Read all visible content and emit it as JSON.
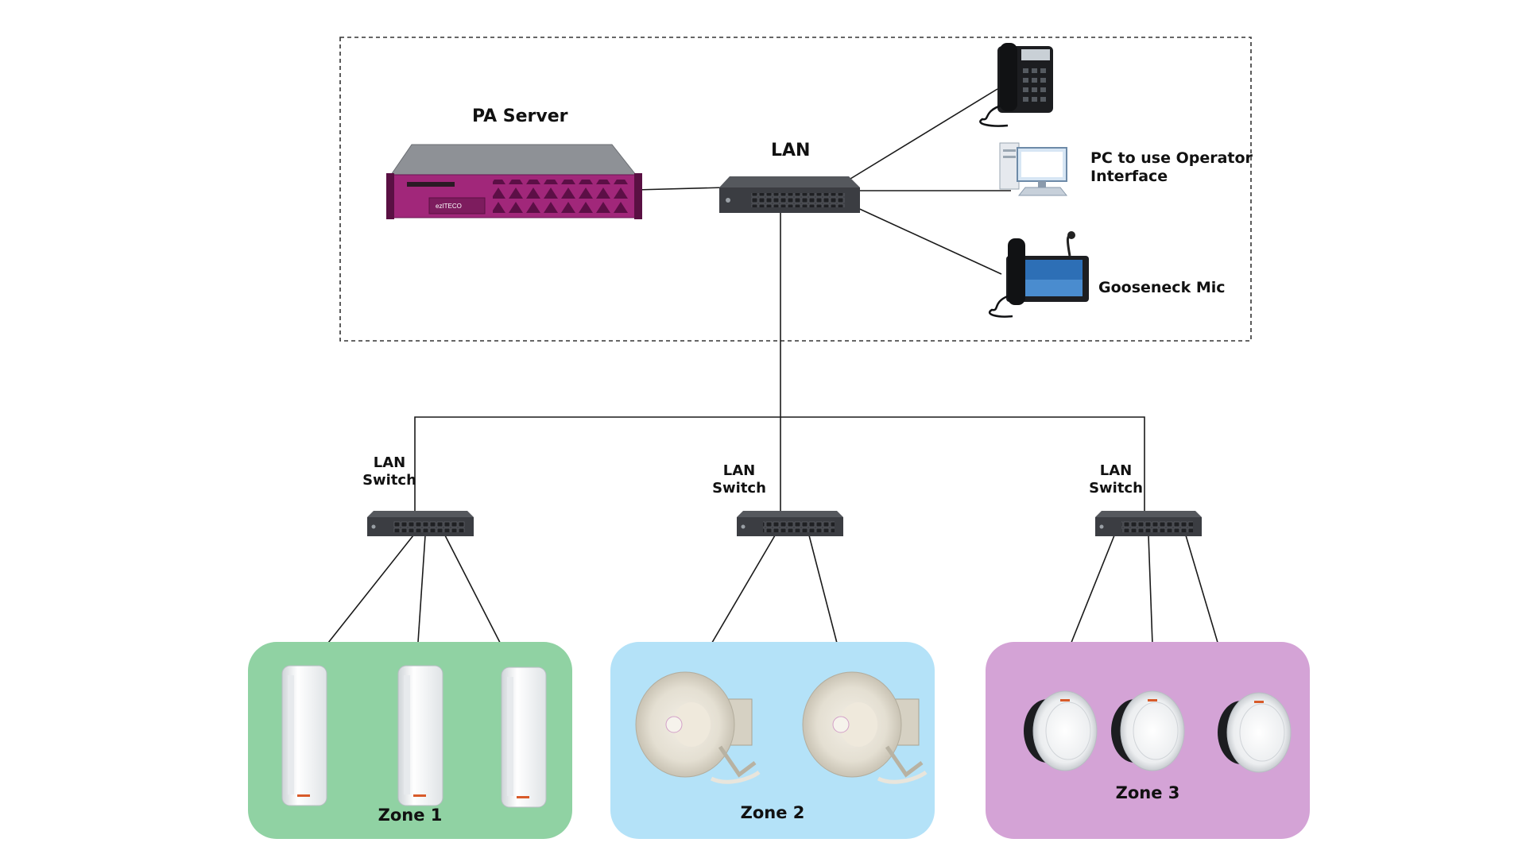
{
  "top_group": {
    "pa_server_label": "PA Server",
    "lan_label": "LAN",
    "pc_label_line1": "PC to use Operator",
    "pc_label_line2": "Interface",
    "mic_label": "Gooseneck Mic",
    "server_brand": "ezITECO"
  },
  "switches": [
    {
      "line1": "LAN",
      "line2": "Switch"
    },
    {
      "line1": "LAN",
      "line2": "Switch"
    },
    {
      "line1": "LAN",
      "line2": "Switch"
    }
  ],
  "zones": [
    {
      "name": "Zone 1",
      "color": "#90d2a3",
      "speaker_type": "column-speaker",
      "count": 3
    },
    {
      "name": "Zone 2",
      "color": "#b4e2f8",
      "speaker_type": "horn-speaker",
      "count": 2
    },
    {
      "name": "Zone 3",
      "color": "#d4a3d6",
      "speaker_type": "ceiling-speaker",
      "count": 3
    }
  ],
  "colors": {
    "server": "#a1277a",
    "switch": "#3b3d42",
    "line": "#1a1a1a"
  }
}
